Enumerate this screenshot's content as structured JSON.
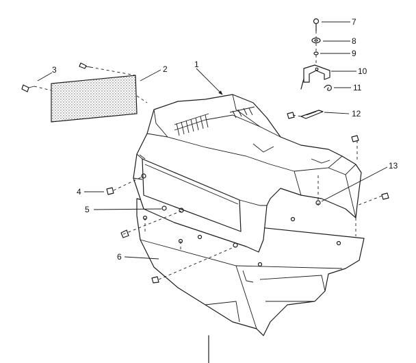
{
  "diagram": {
    "callouts": [
      {
        "id": "1",
        "text": "1"
      },
      {
        "id": "2",
        "text": "2"
      },
      {
        "id": "3",
        "text": "3"
      },
      {
        "id": "4",
        "text": "4"
      },
      {
        "id": "5",
        "text": "5"
      },
      {
        "id": "6",
        "text": "6"
      },
      {
        "id": "7",
        "text": "7"
      },
      {
        "id": "8",
        "text": "8"
      },
      {
        "id": "9",
        "text": "9"
      },
      {
        "id": "10",
        "text": "10"
      },
      {
        "id": "11",
        "text": "11"
      },
      {
        "id": "12",
        "text": "12"
      },
      {
        "id": "13",
        "text": "13"
      }
    ],
    "colors": {
      "ink": "#1a1a1a",
      "paper": "#ffffff",
      "screen_dots": "#555555"
    }
  }
}
